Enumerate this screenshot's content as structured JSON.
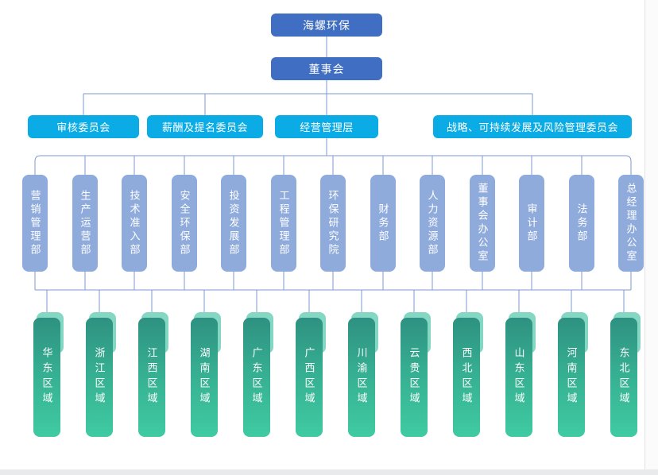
{
  "root": {
    "label": "海螺环保"
  },
  "board": {
    "label": "董事会"
  },
  "committees": [
    {
      "label": "审核委员会"
    },
    {
      "label": "薪酬及提名委员会"
    },
    {
      "label": "经营管理层"
    },
    {
      "label": "战略、可持续发展及风险管理委员会"
    }
  ],
  "departments": [
    {
      "label": "营销管理部"
    },
    {
      "label": "生产运营部"
    },
    {
      "label": "技术准入部"
    },
    {
      "label": "安全环保部"
    },
    {
      "label": "投资发展部"
    },
    {
      "label": "工程管理部"
    },
    {
      "label": "环保研究院"
    },
    {
      "label": "财务部"
    },
    {
      "label": "人力资源部"
    },
    {
      "label": "董事会办公室"
    },
    {
      "label": "审计部"
    },
    {
      "label": "法务部"
    },
    {
      "label": "总经理办公室"
    }
  ],
  "regions": [
    {
      "label": "华东区域"
    },
    {
      "label": "浙江区域"
    },
    {
      "label": "江西区域"
    },
    {
      "label": "湖南区域"
    },
    {
      "label": "广东区域"
    },
    {
      "label": "广西区域"
    },
    {
      "label": "川渝区域"
    },
    {
      "label": "云贵区域"
    },
    {
      "label": "西北区域"
    },
    {
      "label": "山东区域"
    },
    {
      "label": "河南区域"
    },
    {
      "label": "东北区域"
    }
  ],
  "colors": {
    "top_blue": "#3F6EC3",
    "committee_cyan": "#0BACE6",
    "department_periwinkle": "#8FABDC",
    "region_gradient_top": "#2E9181",
    "region_gradient_bottom": "#3FCBA2",
    "region_cap_mint": "#83D7C3",
    "connector_line": "#7E9AD4",
    "text_white": "#FFFFFF"
  }
}
